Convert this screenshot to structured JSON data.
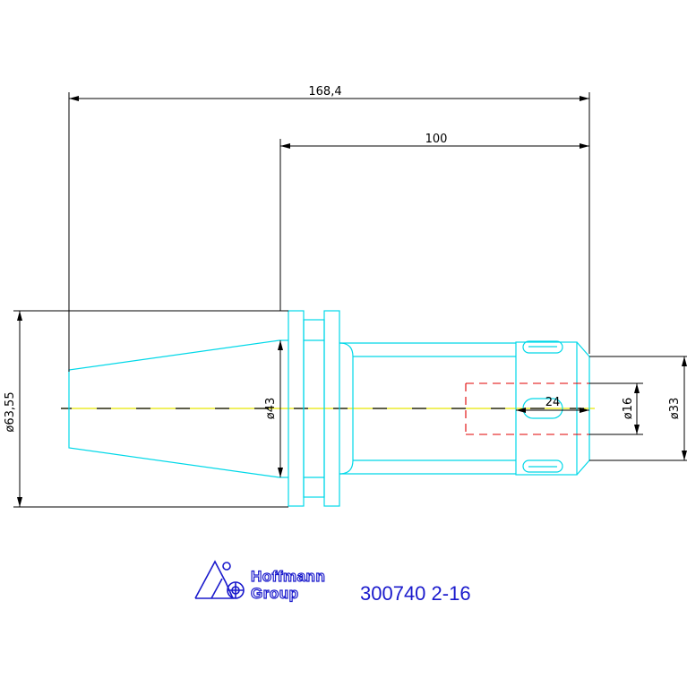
{
  "dimensions": {
    "overall_length": "168,4",
    "gauge_length": "100",
    "flange_diameter": "ø63,55",
    "taper_diameter": "ø43",
    "collet_length": "24",
    "bore_diameter": "ø16",
    "nose_diameter": "ø33"
  },
  "title_block": {
    "brand_line1": "Hoffmann",
    "brand_line2": "Group",
    "part_number": "300740 2-16"
  },
  "colors": {
    "outline": "#00d8e8",
    "dimension": "#000000",
    "centerline": "#e8e800",
    "hidden": "#e00000",
    "brand": "#1a1acc"
  }
}
